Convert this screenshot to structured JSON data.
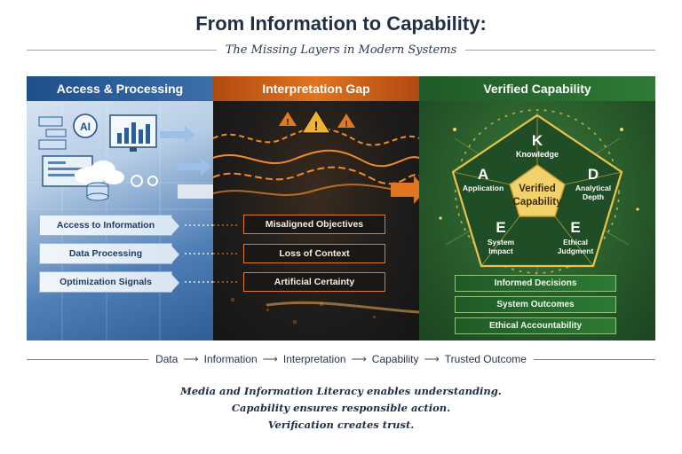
{
  "title": "From Information to Capability:",
  "subtitle": "The Missing Layers in Modern Systems",
  "panels": {
    "left": {
      "header": "Access & Processing",
      "ai_badge": "AI",
      "items": [
        "Access to Information",
        "Data Processing",
        "Optimization Signals"
      ]
    },
    "middle": {
      "header": "Interpretation Gap",
      "items": [
        "Misaligned Objectives",
        "Loss of Context",
        "Artificial Certainty"
      ]
    },
    "right": {
      "header": "Verified Capability",
      "center_label": [
        "Verified",
        "Capability"
      ],
      "nodes": {
        "k": {
          "letter": "K",
          "label": [
            "Knowledge"
          ]
        },
        "a": {
          "letter": "A",
          "label": [
            "Application"
          ]
        },
        "d": {
          "letter": "D",
          "label": [
            "Analytical",
            "Depth"
          ]
        },
        "e1": {
          "letter": "E",
          "label": [
            "System",
            "Impact"
          ]
        },
        "e2": {
          "letter": "E",
          "label": [
            "Ethical",
            "Judgment"
          ]
        }
      },
      "items": [
        "Informed Decisions",
        "System Outcomes",
        "Ethical Accountability"
      ]
    }
  },
  "flow": [
    "Data",
    "Information",
    "Interpretation",
    "Capability",
    "Trusted Outcome"
  ],
  "notes": [
    "Media and Information Literacy enables understanding.",
    "Capability ensures responsible action.",
    "Verification creates trust."
  ],
  "colors": {
    "blue": "#2e5d97",
    "orange": "#e0741f",
    "green": "#2f7a35",
    "gold": "#e8c34a"
  },
  "icons": [
    "warning-icon",
    "chart-monitor-icon",
    "cloud-icon",
    "database-icon",
    "gear-icon",
    "arrow-right-icon"
  ]
}
